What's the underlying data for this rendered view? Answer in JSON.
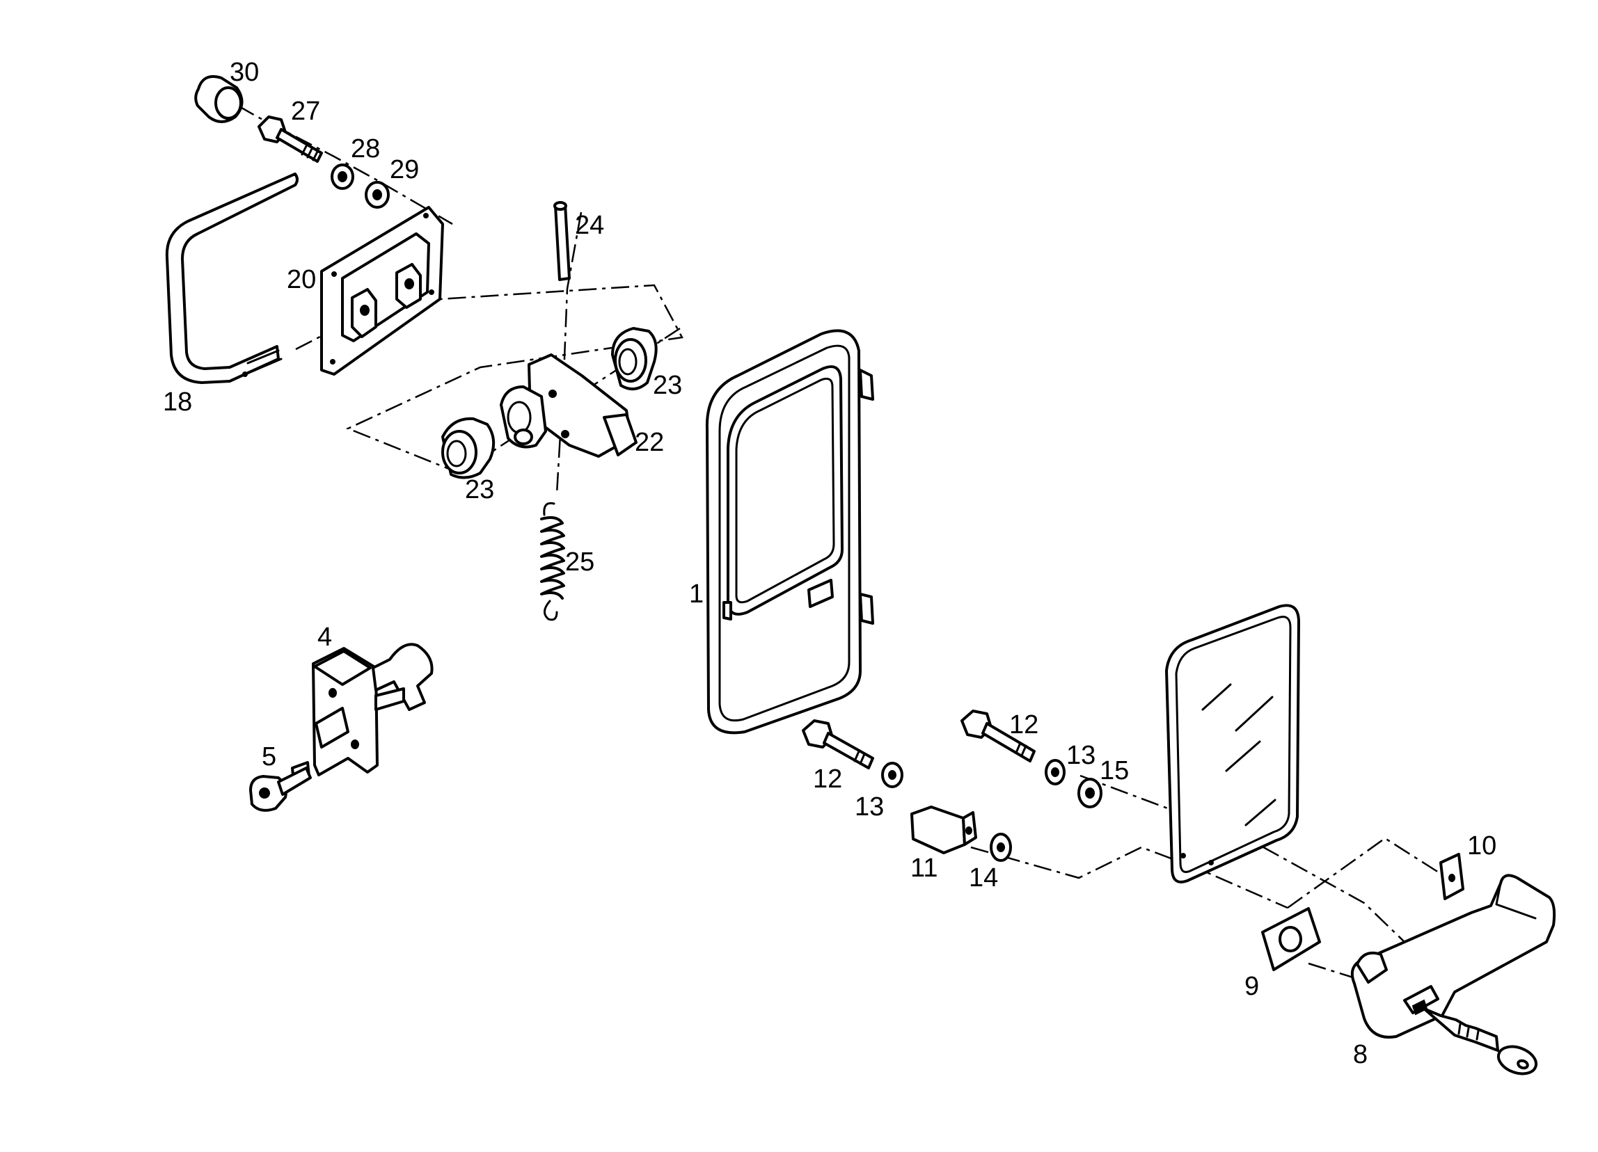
{
  "labels": {
    "p1": "1",
    "p4": "4",
    "p5": "5",
    "p8": "8",
    "p9": "9",
    "p10": "10",
    "p11": "11",
    "p12a": "12",
    "p12b": "12",
    "p13a": "13",
    "p13b": "13",
    "p14": "14",
    "p15": "15",
    "p18": "18",
    "p20": "20",
    "p22": "22",
    "p23a": "23",
    "p23b": "23",
    "p24": "24",
    "p25": "25",
    "p27": "27",
    "p28": "28",
    "p29": "29",
    "p30": "30"
  },
  "colors": {
    "ink": "#000000",
    "paper": "#ffffff"
  }
}
